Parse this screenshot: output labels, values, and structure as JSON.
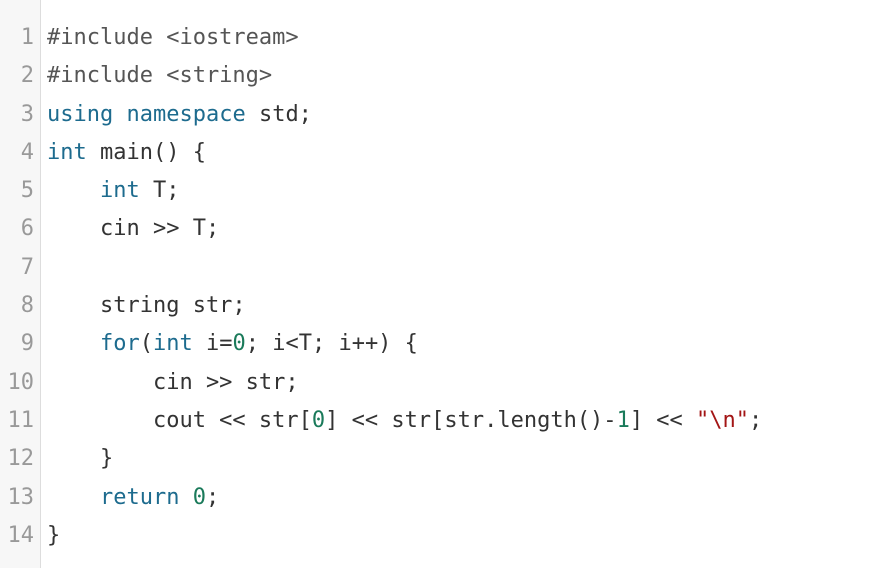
{
  "editor": {
    "colors": {
      "keyword": "#1d6b8e",
      "number": "#1a7a5a",
      "string": "#a31515",
      "plain": "#333333",
      "line_number": "#999999",
      "gutter_bg": "#f7f7f7"
    },
    "lines": [
      {
        "num": "1",
        "tokens": [
          {
            "t": "#include <iostream>",
            "k": "meta"
          }
        ]
      },
      {
        "num": "2",
        "tokens": [
          {
            "t": "#include <string>",
            "k": "meta"
          }
        ]
      },
      {
        "num": "3",
        "tokens": [
          {
            "t": "using",
            "k": "kw"
          },
          {
            "t": " ",
            "k": "plain"
          },
          {
            "t": "namespace",
            "k": "kw"
          },
          {
            "t": " std;",
            "k": "plain"
          }
        ]
      },
      {
        "num": "4",
        "tokens": [
          {
            "t": "int",
            "k": "kw"
          },
          {
            "t": " main() {",
            "k": "plain"
          }
        ]
      },
      {
        "num": "5",
        "tokens": [
          {
            "t": "    ",
            "k": "plain"
          },
          {
            "t": "int",
            "k": "kw"
          },
          {
            "t": " T;",
            "k": "plain"
          }
        ]
      },
      {
        "num": "6",
        "tokens": [
          {
            "t": "    cin >> T;",
            "k": "plain"
          }
        ]
      },
      {
        "num": "7",
        "tokens": [
          {
            "t": "",
            "k": "plain"
          }
        ]
      },
      {
        "num": "8",
        "tokens": [
          {
            "t": "    string str;",
            "k": "plain"
          }
        ]
      },
      {
        "num": "9",
        "tokens": [
          {
            "t": "    ",
            "k": "plain"
          },
          {
            "t": "for",
            "k": "kw"
          },
          {
            "t": "(",
            "k": "plain"
          },
          {
            "t": "int",
            "k": "kw"
          },
          {
            "t": " i=",
            "k": "plain"
          },
          {
            "t": "0",
            "k": "num"
          },
          {
            "t": "; i<T; i++) {",
            "k": "plain"
          }
        ]
      },
      {
        "num": "10",
        "tokens": [
          {
            "t": "        cin >> str;",
            "k": "plain"
          }
        ]
      },
      {
        "num": "11",
        "tokens": [
          {
            "t": "        cout << str[",
            "k": "plain"
          },
          {
            "t": "0",
            "k": "num"
          },
          {
            "t": "] << str[str.length()-",
            "k": "plain"
          },
          {
            "t": "1",
            "k": "num"
          },
          {
            "t": "] << ",
            "k": "plain"
          },
          {
            "t": "\"\\n\"",
            "k": "str"
          },
          {
            "t": ";",
            "k": "plain"
          }
        ]
      },
      {
        "num": "12",
        "tokens": [
          {
            "t": "    }",
            "k": "plain"
          }
        ]
      },
      {
        "num": "13",
        "tokens": [
          {
            "t": "    ",
            "k": "plain"
          },
          {
            "t": "return",
            "k": "kw"
          },
          {
            "t": " ",
            "k": "plain"
          },
          {
            "t": "0",
            "k": "num"
          },
          {
            "t": ";",
            "k": "plain"
          }
        ]
      },
      {
        "num": "14",
        "tokens": [
          {
            "t": "}",
            "k": "plain"
          }
        ]
      }
    ]
  }
}
